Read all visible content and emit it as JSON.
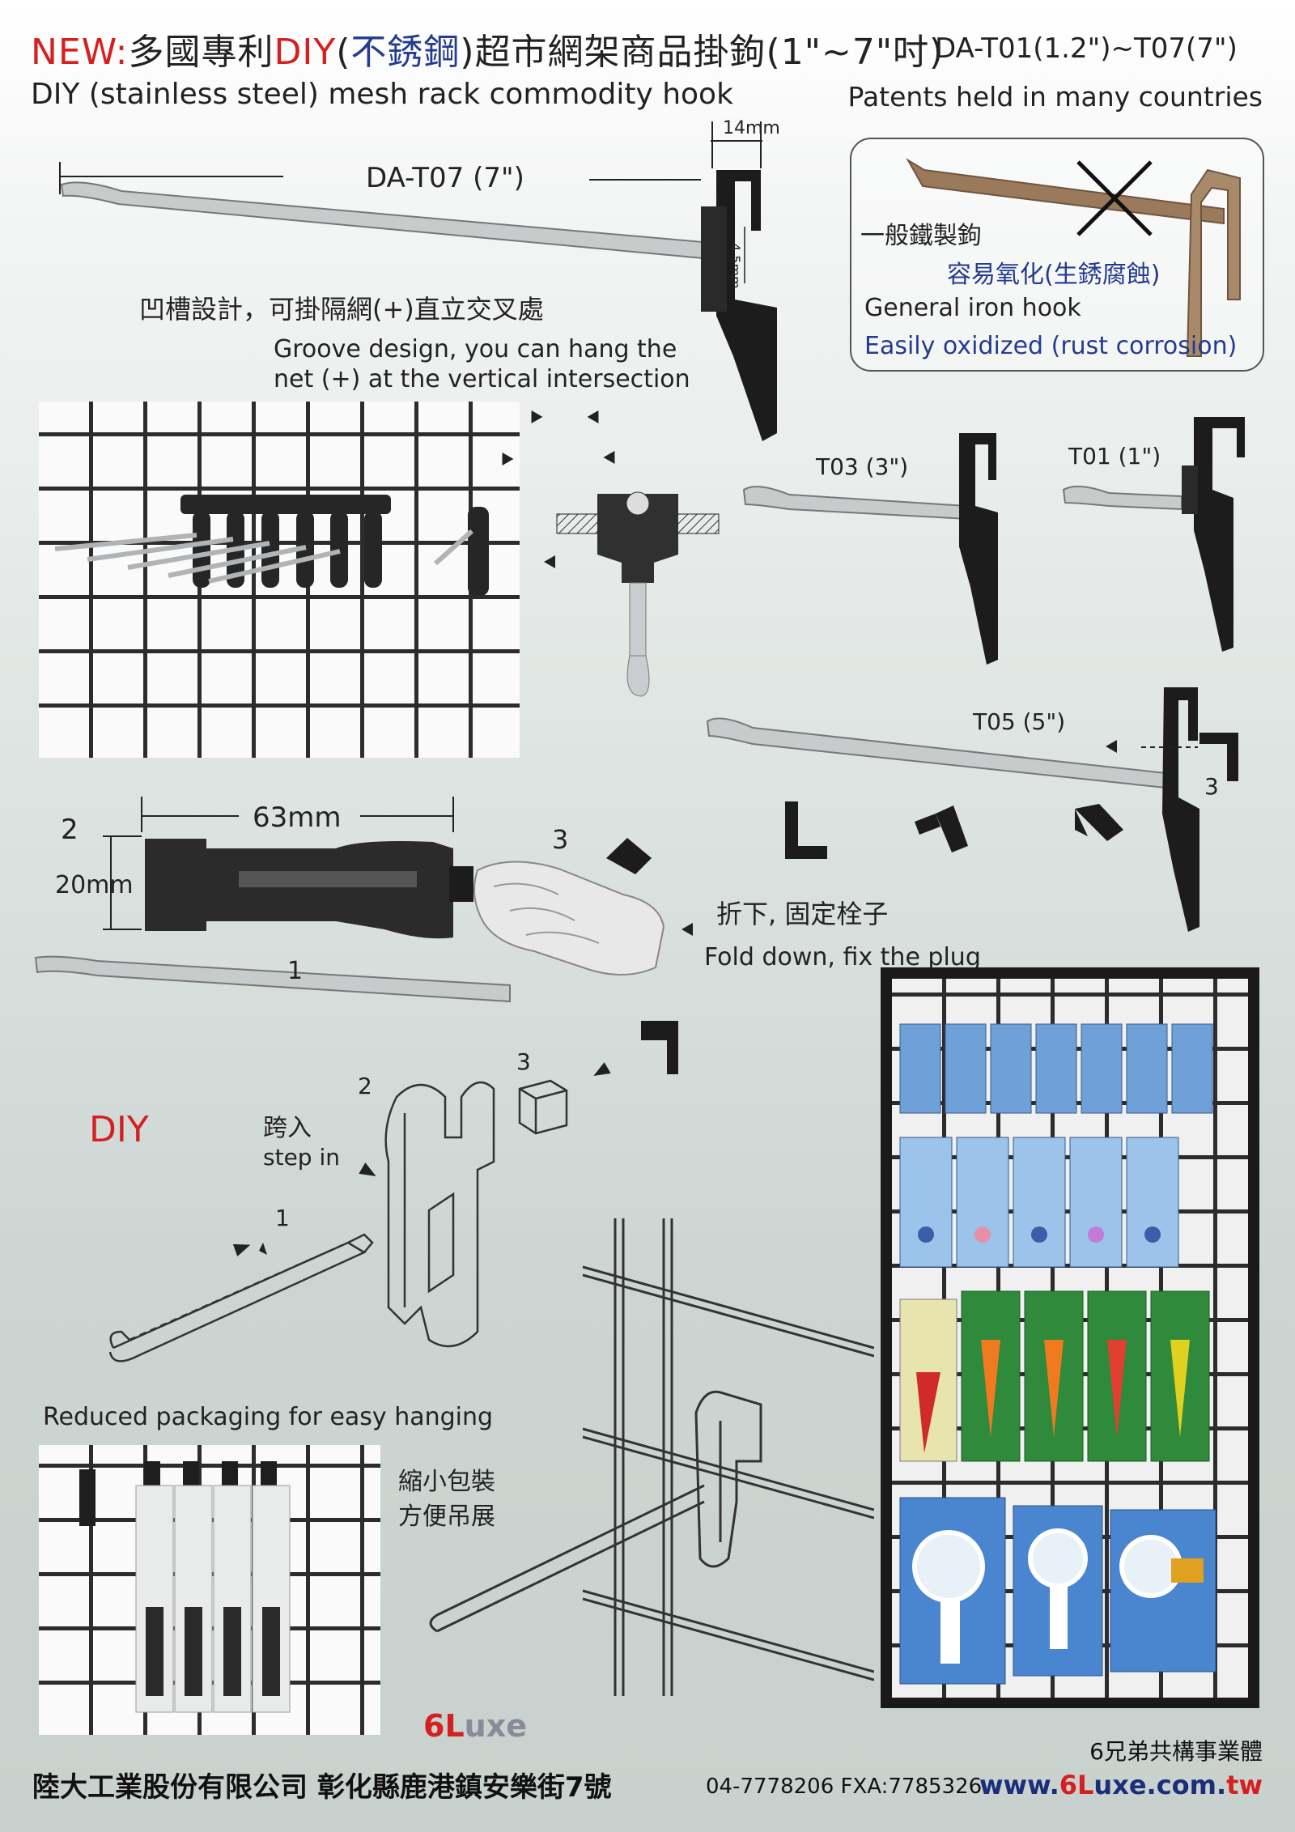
{
  "header": {
    "title_new": "NEW",
    "title_colon": ":",
    "title_cn1": "多國專利",
    "title_diy": "DIY",
    "title_paren_open": "(",
    "title_stainless": "不銹鋼",
    "title_paren_close": ")",
    "title_cn2": "超市網架商品掛鉤(1\"~7\"吋)",
    "model_range": "DA-T01(1.2\")~T07(7\")",
    "subtitle_en": "DIY (stainless steel) mesh rack commodity hook",
    "patents_en": "Patents held in many countries"
  },
  "main_hook": {
    "label": "DA-T07 (7\")",
    "width_dim": "14mm",
    "height_dim": "4.5mm"
  },
  "iron_note": {
    "title_cn": "一般鐵製鉤",
    "subtitle_cn": "容易氧化(生銹腐蝕)",
    "title_en": "General iron hook",
    "subtitle_en": "Easily oxidized (rust corrosion)"
  },
  "groove": {
    "cn": "凹槽設計，可掛隔網(+)直立交叉處",
    "en_line1": "Groove design, you can hang the",
    "en_line2": "net (+) at the vertical intersection"
  },
  "sizes": {
    "t03": "T03 (3\")",
    "t01": "T01  (1\")",
    "t05": "T05 (5\")",
    "step3_right": "3"
  },
  "assembly": {
    "num_2": "2",
    "num_1": "1",
    "num_3": "3",
    "dim_63": "63mm",
    "dim_20": "20mm",
    "fold_cn": "折下, 固定栓子",
    "fold_en": "Fold down, fix the plug"
  },
  "diy": {
    "label": "DIY",
    "step_cn": "跨入",
    "step_en": "step in",
    "num_1": "1",
    "num_2": "2",
    "num_3": "3"
  },
  "packaging": {
    "en": "Reduced packaging for easy hanging",
    "cn_line1": "縮小包裝",
    "cn_line2": "方便吊展"
  },
  "footer": {
    "brand_6": "6L",
    "brand_rest": "uxe",
    "slogan": "6兄弟共構事業體",
    "company": "陸大工業股份有限公司 彰化縣鹿港鎮安樂街7號",
    "phone": "04-7778206  FXA:7785326",
    "url_pre": "www.",
    "url_brand": "6L",
    "url_rest": "uxe.com.",
    "url_tld": "tw"
  },
  "colors": {
    "accent_red": "#d42020",
    "accent_blue": "#243c8f",
    "hook_black": "#1c1c1c",
    "steel": "#c8ccce"
  }
}
